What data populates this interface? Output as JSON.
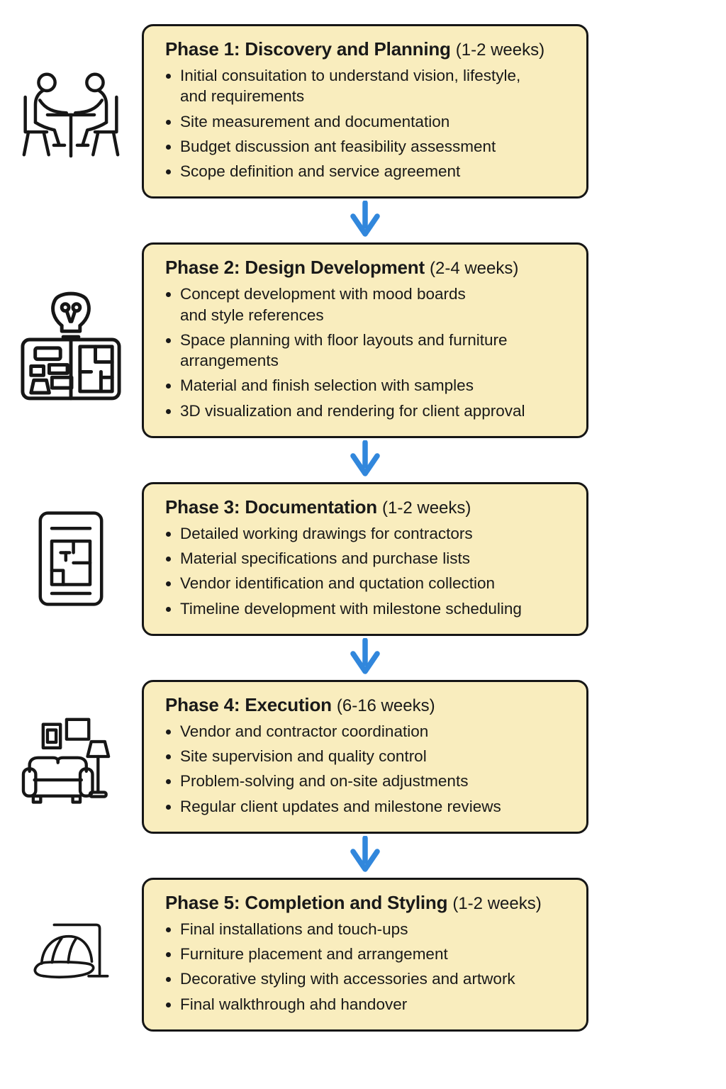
{
  "diagram": {
    "type": "process-flow",
    "direction": "top-to-bottom",
    "colors": {
      "box_fill": "#f9edbe",
      "box_border": "#161616",
      "arrow_blue": "#3187dc",
      "icon_stroke": "#161616",
      "background": "#ffffff",
      "text": "#191919"
    },
    "phases": [
      {
        "title": "Phase 1: Discovery and Planning",
        "duration": "(1-2 weeks)",
        "icon": "consultation-meeting-icon",
        "bullets": [
          "Initial consuitation to understand vision, lifestyle,\nand requirements",
          "Site measurement and documentation",
          "Budget discussion ant feasibility assessment",
          "Scope definition and service agreement"
        ]
      },
      {
        "title": "Phase 2: Design Development",
        "duration": "(2-4 weeks)",
        "icon": "design-concept-icon",
        "bullets": [
          "Concept development with mood boards\nand style references",
          "Space planning with floor layouts and furniture\narrangements",
          "Material and finish selection with samples",
          "3D visualization and rendering for client approval"
        ]
      },
      {
        "title": "Phase 3: Documentation",
        "duration": "(1-2 weeks)",
        "icon": "floorplan-document-icon",
        "bullets": [
          "Detailed working drawings for contractors",
          "Material specifications and purchase lists",
          "Vendor identification and quctation collection",
          "Timeline development with milestone scheduling"
        ]
      },
      {
        "title": "Phase 4: Execution",
        "duration": "(6-16 weeks)",
        "icon": "living-room-icon",
        "bullets": [
          "Vendor and contractor coordination",
          "Site supervision and quality control",
          "Problem-solving and on-site adjustments",
          "Regular client updates and milestone reviews"
        ]
      },
      {
        "title": "Phase 5: Completion and Styling",
        "duration": "(1-2 weeks)",
        "icon": "hard-hat-icon",
        "bullets": [
          "Final installations and touch-ups",
          "Furniture placement and arrangement",
          "Decorative styling with accessories and artwork",
          "Final walkthrough ahd handover"
        ]
      }
    ]
  }
}
